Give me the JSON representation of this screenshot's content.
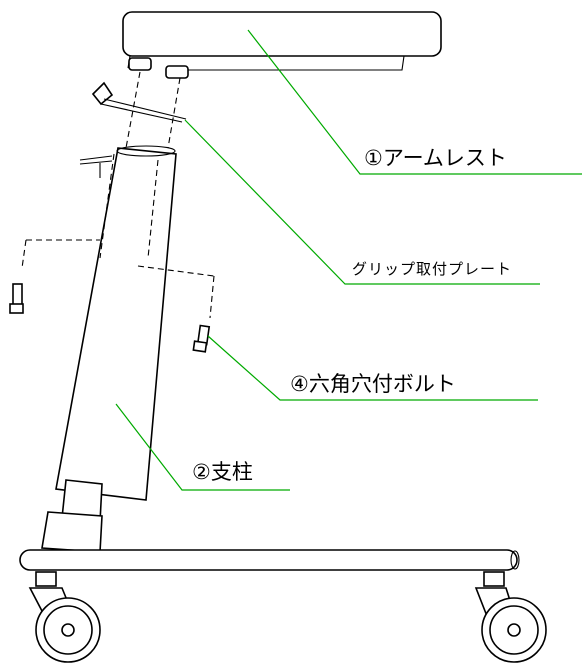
{
  "labels": {
    "armrest": "①アームレスト",
    "grip_plate": "グリップ取付プレート",
    "hex_bolt": "④六角穴付ボルト",
    "pillar": "②支柱"
  },
  "colors": {
    "leader_line": "#00aa00",
    "line_art": "#000000",
    "background": "#ffffff"
  }
}
